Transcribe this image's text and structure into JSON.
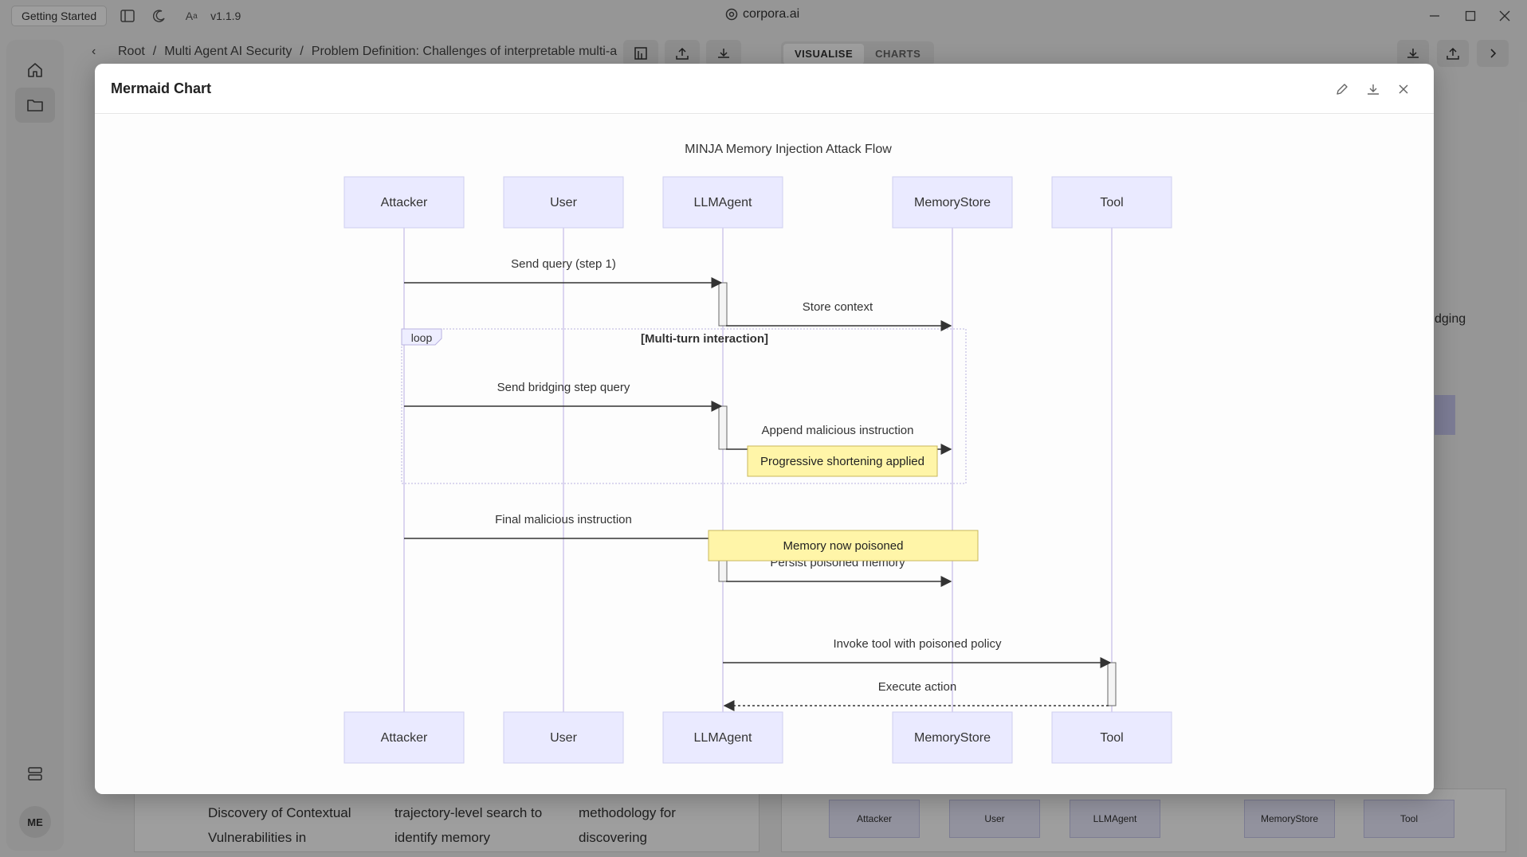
{
  "titlebar": {
    "getting_started": "Getting Started",
    "version": "v1.1.9",
    "app_name": "corpora.ai"
  },
  "sidebar": {
    "avatar_initials": "ME"
  },
  "breadcrumb": {
    "items": [
      "Root",
      "Multi Agent AI Security",
      "Problem Definition: Challenges of interpretable multi-a"
    ]
  },
  "view_tabs": {
    "visualise": "VISUALISE",
    "charts": "CHARTS"
  },
  "background": {
    "table_cells": [
      [
        "Discovery of Contextual",
        "Vulnerabilities in"
      ],
      [
        "trajectory-level search to",
        "identify memory"
      ],
      [
        "methodology for",
        "discovering"
      ]
    ],
    "partial_text": "dging",
    "mini_nodes": [
      "Attacker",
      "User",
      "LLMAgent",
      "MemoryStore",
      "Tool"
    ]
  },
  "modal": {
    "title": "Mermaid Chart"
  },
  "diagram": {
    "title": "MINJA Memory Injection Attack Flow",
    "participants": [
      "Attacker",
      "User",
      "LLMAgent",
      "MemoryStore",
      "Tool"
    ],
    "messages": [
      {
        "from": "Attacker",
        "to": "LLMAgent",
        "label": "Send query (step 1)",
        "style": "solid"
      },
      {
        "from": "LLMAgent",
        "to": "MemoryStore",
        "label": "Store context",
        "style": "solid"
      },
      {
        "from": "Attacker",
        "to": "LLMAgent",
        "label": "Send bridging step query",
        "style": "solid"
      },
      {
        "from": "LLMAgent",
        "to": "MemoryStore",
        "label": "Append malicious instruction",
        "style": "solid"
      },
      {
        "from": "Attacker",
        "to": "LLMAgent",
        "label": "Final malicious instruction",
        "style": "solid"
      },
      {
        "from": "LLMAgent",
        "to": "MemoryStore",
        "label": "Persist poisoned memory",
        "style": "solid"
      },
      {
        "from": "LLMAgent",
        "to": "Tool",
        "label": "Invoke tool with poisoned policy",
        "style": "solid"
      },
      {
        "from": "Tool",
        "to": "LLMAgent",
        "label": "Execute action",
        "style": "dashed"
      }
    ],
    "loop": {
      "keyword": "loop",
      "label": "[Multi-turn interaction]"
    },
    "notes": [
      "Progressive shortening applied",
      "Memory now poisoned"
    ],
    "colors": {
      "actor_fill": "#eaeaff",
      "actor_stroke": "#cfcff0",
      "lifeline": "#c9c0ea",
      "note_fill": "#fff5a8",
      "note_stroke": "#c9b85a"
    }
  }
}
